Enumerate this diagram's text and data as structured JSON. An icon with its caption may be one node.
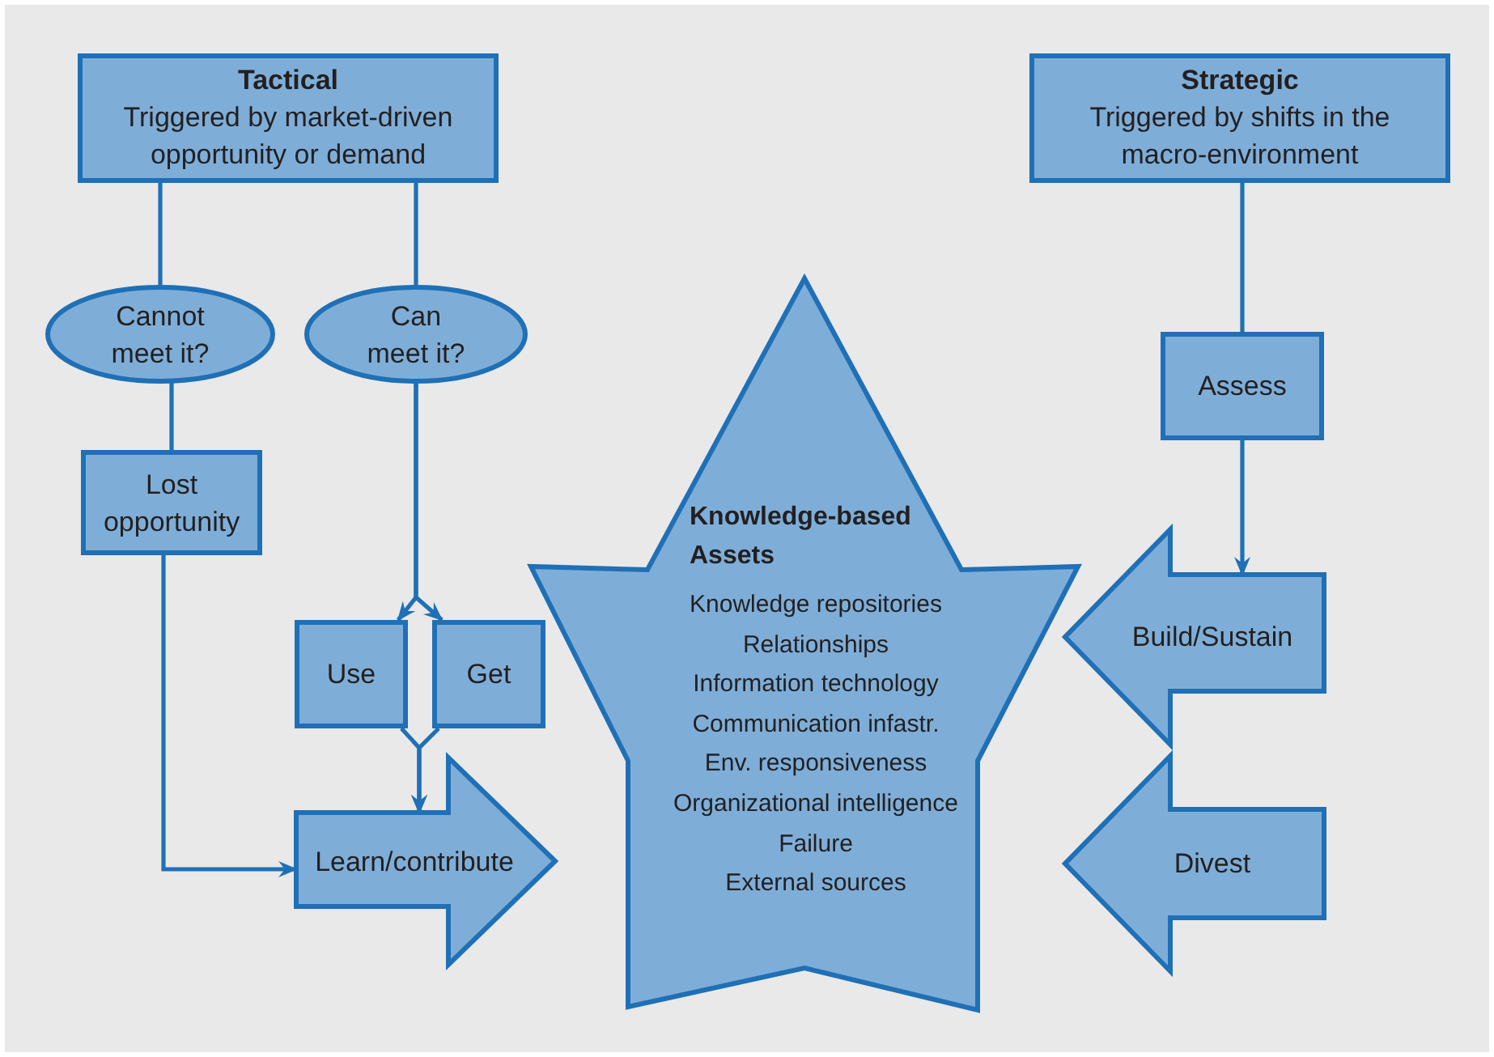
{
  "diagram": {
    "nodes": [
      {
        "text": [
          "Tactical",
          "Triggered by market-driven opportunity or demand"
        ]
      },
      {
        "text": [
          "Strategic",
          "Triggered by shifts in the macro-environment"
        ]
      },
      {
        "text": [
          "Cannot meet it?"
        ]
      },
      {
        "text": [
          "Can meet it?"
        ]
      },
      {
        "text": [
          "Lost opportunity"
        ]
      },
      {
        "text": [
          "Use"
        ]
      },
      {
        "text": [
          "Get"
        ]
      },
      {
        "text": [
          "Assess"
        ]
      },
      {
        "text": [
          "Knowledge-based Assets",
          "Knowledge repositories",
          "Relationships",
          "Information technology",
          "Communication infastr.",
          "Env. responsiveness",
          "Organizational intelligence",
          "Failure",
          "External sources"
        ]
      },
      {
        "text": [
          "Learn/contribute"
        ]
      },
      {
        "text": [
          "Build/Sustain"
        ]
      },
      {
        "text": [
          "Divest"
        ]
      }
    ],
    "edges": [
      {
        "from": 0,
        "to": 2,
        "arrow": "none"
      },
      {
        "from": 0,
        "to": 3,
        "arrow": "none"
      },
      {
        "from": 2,
        "to": 4,
        "arrow": "none"
      },
      {
        "from": 3,
        "to": 5,
        "arrow": "to"
      },
      {
        "from": 3,
        "to": 6,
        "arrow": "to"
      },
      {
        "from": 4,
        "to": 9,
        "arrow": "to"
      },
      {
        "from": 5,
        "to": 9,
        "arrow": "to"
      },
      {
        "from": 6,
        "to": 9,
        "arrow": "to"
      },
      {
        "from": 1,
        "to": 7,
        "arrow": "none"
      },
      {
        "from": 7,
        "to": 10,
        "arrow": "to"
      }
    ]
  }
}
